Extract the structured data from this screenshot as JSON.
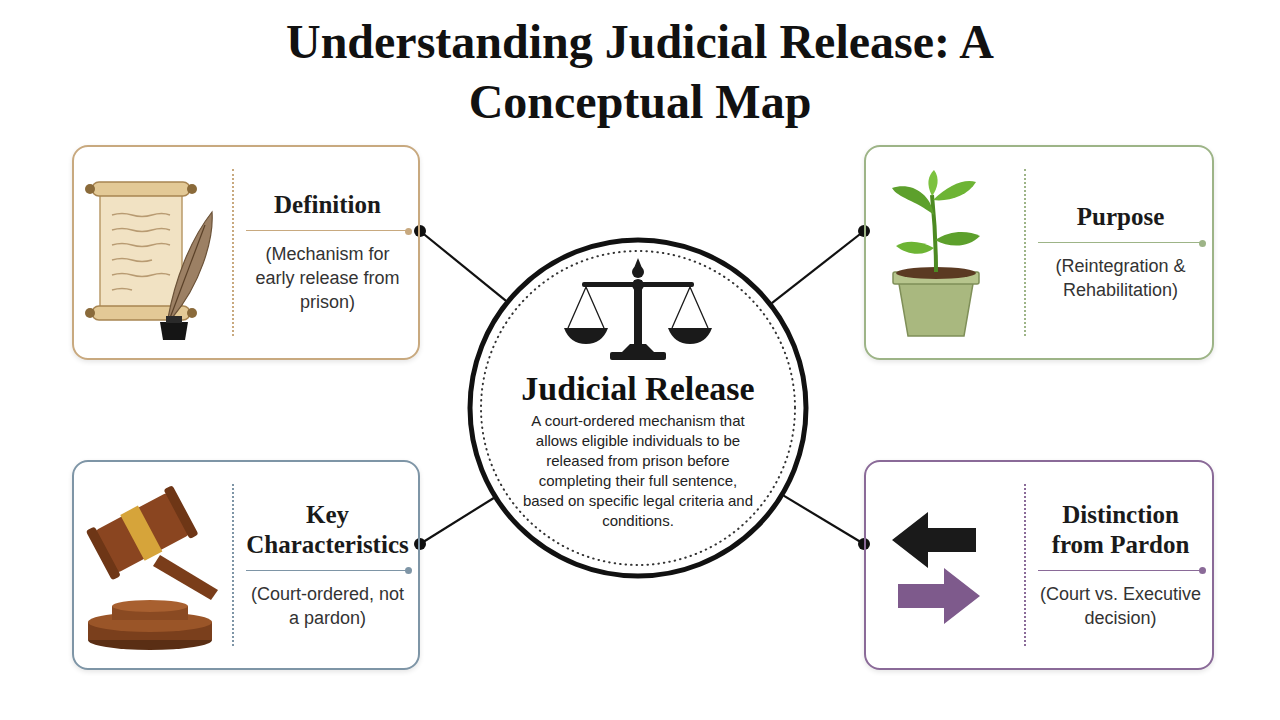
{
  "diagram": {
    "title": "Understanding Judicial Release: A Conceptual Map",
    "nodes": [
      {
        "text": [
          "Definition",
          "(Mechanism for early release from prison)"
        ]
      },
      {
        "text": [
          "Purpose",
          "(Reintegration & Rehabilitation)"
        ]
      },
      {
        "text": [
          "Judicial Release",
          "A court-ordered mechanism that allows eligible individuals to be released from prison before completing their full sentence, based on specific legal criteria and conditions."
        ]
      },
      {
        "text": [
          "Key Characteristics",
          "(Court-ordered, not a pardon)"
        ]
      },
      {
        "text": [
          "Distinction from Pardon",
          "(Court vs. Executive decision)"
        ]
      }
    ],
    "edges": [
      {
        "from": 2,
        "to": 0,
        "arrow": "none"
      },
      {
        "from": 2,
        "to": 1,
        "arrow": "none"
      },
      {
        "from": 2,
        "to": 3,
        "arrow": "none"
      },
      {
        "from": 2,
        "to": 4,
        "arrow": "none"
      }
    ]
  }
}
